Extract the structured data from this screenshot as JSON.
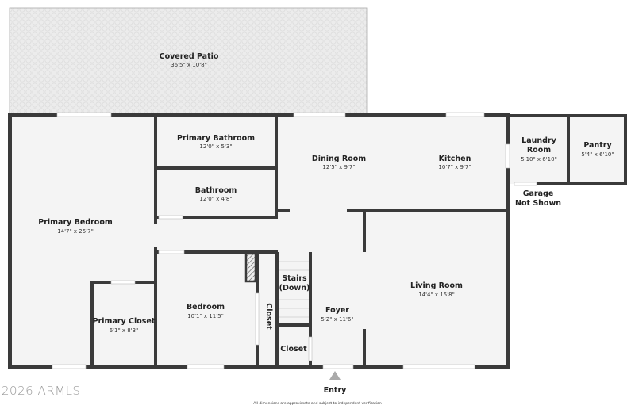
{
  "rooms": {
    "covered_patio": {
      "name": "Covered Patio",
      "dim": "36'5\" x 10'8\""
    },
    "primary_bathroom": {
      "name": "Primary Bathroom",
      "dim": "12'0\" x 5'3\""
    },
    "bathroom": {
      "name": "Bathroom",
      "dim": "12'0\" x 4'8\""
    },
    "dining_room": {
      "name": "Dining Room",
      "dim": "12'5\" x 9'7\""
    },
    "kitchen": {
      "name": "Kitchen",
      "dim": "10'7\" x 9'7\""
    },
    "laundry_room": {
      "name1": "Laundry",
      "name2": "Room",
      "dim": "5'10\" x 6'10\""
    },
    "pantry": {
      "name": "Pantry",
      "dim": "5'4\" x 6'10\""
    },
    "primary_bedroom": {
      "name": "Primary Bedroom",
      "dim": "14'7\" x 25'7\""
    },
    "living_room": {
      "name": "Living Room",
      "dim": "14'4\" x 15'8\""
    },
    "stairs": {
      "name1": "Stairs",
      "name2": "(Down)"
    },
    "bedroom": {
      "name": "Bedroom",
      "dim": "10'1\" x 11'5\""
    },
    "primary_closet": {
      "name": "Primary Closet",
      "dim": "6'1\" x 8'3\""
    },
    "closet_vertical": {
      "name": "Closet"
    },
    "closet": {
      "name": "Closet"
    },
    "foyer": {
      "name": "Foyer",
      "dim": "5'2\" x 11'6\""
    }
  },
  "labels": {
    "garage_1": "Garage",
    "garage_2": "Not Shown",
    "entry": "Entry",
    "watermark": "2026 ARMLS",
    "disclaimer": "All dimensions are approximate and subject to independent verification"
  },
  "colors": {
    "wall": "#3a3a3a",
    "floor": "#f4f4f4",
    "patio": "#e9e9e9"
  }
}
